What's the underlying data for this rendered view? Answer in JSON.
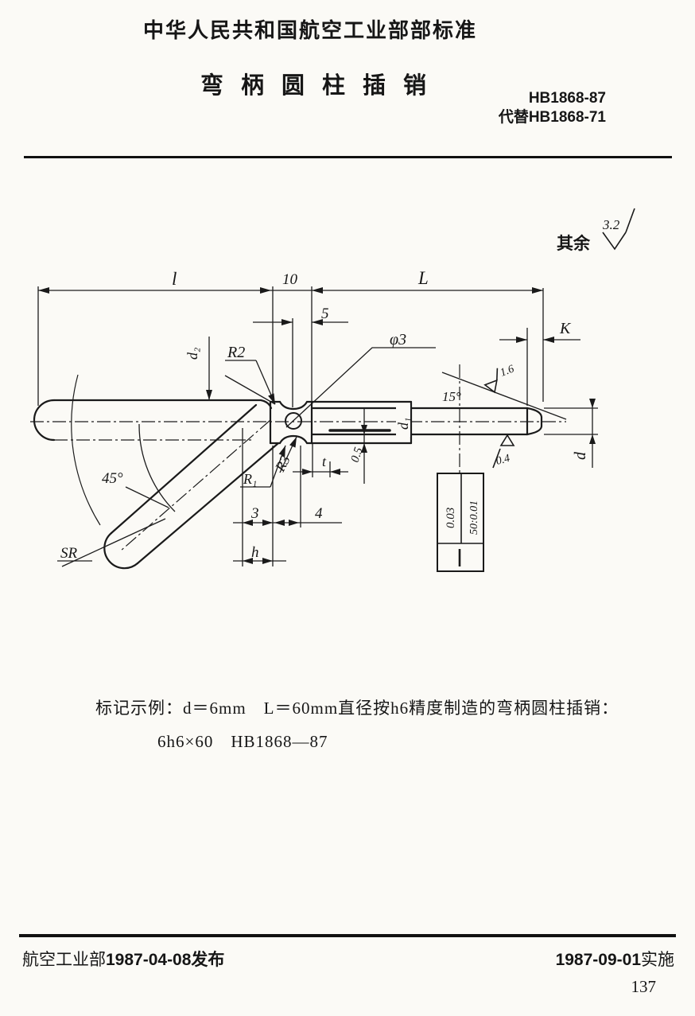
{
  "header": {
    "line": "中华人民共和国航空工业部部标准",
    "title": "弯柄圆柱插销",
    "std_no": "HB1868-87",
    "replaces": "代替HB1868-71"
  },
  "drawing": {
    "roughness_note": "其余",
    "roughness_value": "3.2",
    "labels": {
      "l_small": "l",
      "ten": "10",
      "L_big": "L",
      "five": "5",
      "K": "K",
      "phi3": "φ3",
      "R2": "R2",
      "d2": "d₂",
      "R1": "R₁",
      "R3": "R3",
      "d1": "d₁",
      "zero5": "0.5",
      "t": "t",
      "three": "3",
      "four": "4",
      "h": "h",
      "deg45": "45°",
      "SR": "SR",
      "deg15": "15°",
      "r16": "1.6",
      "r04": "0.4",
      "d": "d",
      "tol_value": "0.03",
      "tol_ratio": "50:0.01"
    }
  },
  "example": {
    "line1": "标记示例：d＝6mm　L＝60mm直径按h6精度制造的弯柄圆柱插销：",
    "line2": "6h6×60　HB1868—87"
  },
  "footer": {
    "issuer": "航空工业部",
    "issue_date": "1987-04-08",
    "issue_label": "发布",
    "impl_date": "1987-09-01",
    "impl_label": "实施",
    "page_no": "137"
  }
}
